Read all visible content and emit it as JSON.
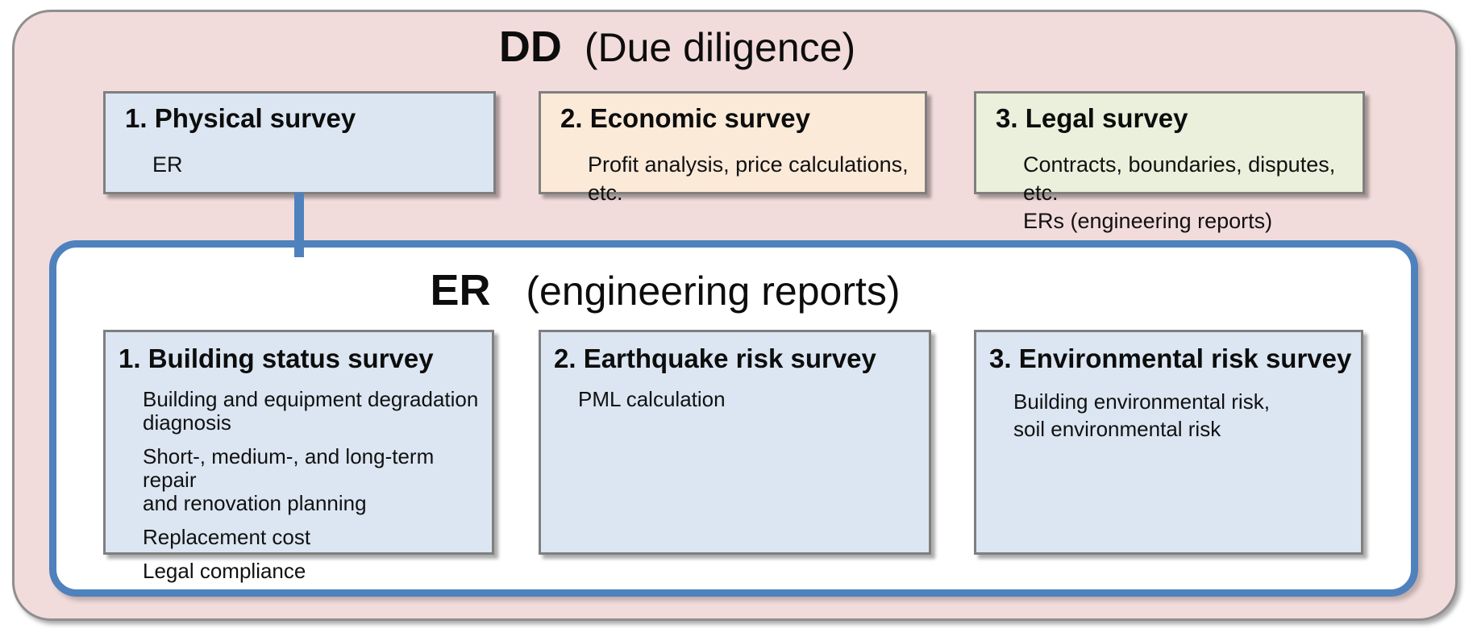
{
  "dd_section": {
    "title_abbr": "DD",
    "title_full": "(Due diligence)",
    "boxes": [
      {
        "title": "1. Physical survey",
        "body": [
          [
            "ER"
          ]
        ],
        "fill": "#dce6f2"
      },
      {
        "title": "2. Economic survey",
        "body": [
          [
            "Profit analysis, price calculations,",
            "etc."
          ]
        ],
        "fill": "#fcead9"
      },
      {
        "title": "3. Legal survey",
        "body": [
          [
            "Contracts, boundaries, disputes, etc.",
            "ERs (engineering reports)"
          ]
        ],
        "fill": "#ebf0dc"
      }
    ]
  },
  "er_section": {
    "title_abbr": "ER",
    "title_full": "(engineering reports)",
    "boxes": [
      {
        "title": "1. Building status survey",
        "body": [
          [
            "Building and equipment degradation",
            "diagnosis"
          ],
          [
            "Short-, medium-, and long-term repair",
            "and renovation planning"
          ],
          [
            "Replacement cost"
          ],
          [
            "Legal compliance"
          ]
        ],
        "fill": "#dce6f2"
      },
      {
        "title": "2. Earthquake risk survey",
        "body": [
          [
            "PML calculation"
          ]
        ],
        "fill": "#dce6f2"
      },
      {
        "title": "3. Environmental risk survey",
        "body": [
          [
            "Building environmental risk,",
            "soil environmental risk"
          ]
        ],
        "fill": "#dce6f2"
      }
    ]
  },
  "colors": {
    "outer_fill": "#f2dcdb",
    "outer_border": "#8f8f8f",
    "box_border": "#7f7f7f",
    "accent_blue": "#4f81bd",
    "blue_fill": "#dce6f2",
    "peach_fill": "#fcead9",
    "green_fill": "#ebf0dc",
    "er_container_fill": "#ffffff"
  }
}
